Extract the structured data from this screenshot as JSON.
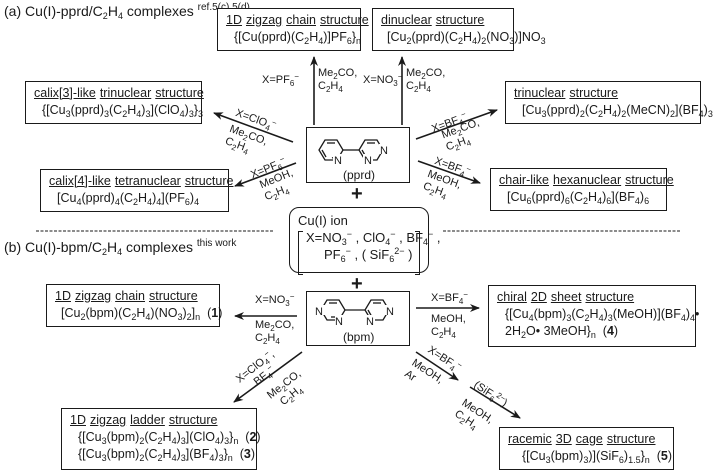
{
  "section_a": {
    "title": "(a) Cu(I)-pprd/C",
    "title_sub": "2",
    "title_rest": "H",
    "title_sub2": "4",
    "title_end": " complexes ",
    "ref": "ref.5(c),5(d)"
  },
  "section_b": {
    "title": "(b) Cu(I)-bpm/C",
    "title_sub": "2",
    "title_rest": "H",
    "title_sub2": "4",
    "title_end": " complexes ",
    "ref": "this work"
  },
  "pprd": {
    "label": "(pprd)",
    "atom_n": "N",
    "products": [
      {
        "id": "zigzag-chain",
        "title_words": [
          "1D",
          "zigzag",
          "chain",
          "structure"
        ],
        "formula": "{[Cu(pprd)(C2H4)]PF6}n",
        "condition_anion": "X=PF6⁻",
        "condition_solvent": "Me2CO, C2H4"
      },
      {
        "id": "dinuclear",
        "title_words": [
          "dinuclear",
          "structure"
        ],
        "formula": "[Cu2(pprd)(C2H4)2(NO3)]NO3",
        "condition_anion": "X=NO3⁻",
        "condition_solvent": "Me2CO, C2H4"
      },
      {
        "id": "calix3-trinuclear",
        "title_words": [
          "calix[3]-like",
          "trinuclear",
          "structure"
        ],
        "formula": "{[Cu3(pprd)3(C2H4)3](ClO4)3}3",
        "condition_anion": "X=ClO4⁻",
        "condition_solvent": "Me2CO, C2H4"
      },
      {
        "id": "trinuclear",
        "title_words": [
          "trinuclear",
          "structure"
        ],
        "formula": "[Cu3(pprd)2(C2H4)2(MeCN)2](BF4)3",
        "condition_anion": "X=BF4⁻",
        "condition_solvent": "Me2CO, C2H4"
      },
      {
        "id": "calix4-tetranuclear",
        "title_words": [
          "calix[4]-like",
          "tetranuclear",
          "structure"
        ],
        "formula": "[Cu4(pprd)4(C2H4)4](PF6)4",
        "condition_anion": "X=PF6⁻",
        "condition_solvent": "MeOH, C2H4"
      },
      {
        "id": "chair-hexanuclear",
        "title_words": [
          "chair-like",
          "hexanuclear",
          "structure"
        ],
        "formula": "[Cu6(pprd)6(C2H4)6](BF4)6",
        "condition_anion": "X=BF4⁻",
        "condition_solvent": "MeOH, C2H4"
      }
    ]
  },
  "cu_ion": {
    "title": "Cu(I) ion",
    "anions_line1": "X=NO3⁻ , ClO4⁻ , BF4⁻ ,",
    "anions_line2": "PF6⁻ , ( SiF6²⁻ )"
  },
  "plus_sign": "+",
  "bpm": {
    "label": "(bpm)",
    "atom_n": "N",
    "products": [
      {
        "id": "zigzag-chain-1",
        "title_words": [
          "1D",
          "zigzag",
          "chain",
          "structure"
        ],
        "formula": "[Cu2(bpm)(C2H4)(NO3)2]n",
        "compound_no": "(1)",
        "condition_anion": "X=NO3⁻",
        "condition_solvent": "Me2CO, C2H4"
      },
      {
        "id": "chiral-2d-sheet-4",
        "title_words": [
          "chiral",
          "2D",
          "sheet",
          "structure"
        ],
        "formula": "{[Cu4(bpm)3(C2H4)3(MeOH)](BF4)4• 2H2O• 3MeOH}n",
        "compound_no": "(4)",
        "condition_anion": "X=BF4⁻",
        "condition_solvent": "MeOH, C2H4"
      },
      {
        "id": "zigzag-ladder-2-3",
        "title_words": [
          "1D",
          "zigzag",
          "ladder",
          "structure"
        ],
        "formulas": [
          "{[Cu3(bpm)2(C2H4)3](ClO4)3}n",
          "{[Cu3(bpm)2(C2H4)3](BF4)3}n"
        ],
        "compound_nos": [
          "(2)",
          "(3)"
        ],
        "condition_anion": "X=ClO4⁻, BF4⁻",
        "condition_solvent": "Me2CO, C2H4"
      },
      {
        "id": "racemic-3d-cage-5",
        "title_words": [
          "racemic",
          "3D",
          "cage",
          "structure"
        ],
        "formula": "{[Cu3(bpm)3](SiF6)1.5}n",
        "compound_no": "(5)",
        "condition_step1_anion": "X=BF4⁻",
        "condition_step1_solvent": "MeOH, Ar",
        "condition_step2_anion": "(SiF6²⁻)",
        "condition_step2_solvent": "MeOH, C2H4"
      }
    ]
  },
  "text": {
    "u1D": "1D",
    "zigzag": "zigzag",
    "chain": "chain",
    "structure": "structure",
    "dinuclear": "dinuclear",
    "calix3": "calix[3]-like",
    "trinuclear": "trinuclear",
    "calix4": "calix[4]-like",
    "tetranuclear": "tetranuclear",
    "chairlike": "chair-like",
    "hexanuclear": "hexanuclear",
    "chiral": "chiral",
    "u2D": "2D",
    "sheet": "sheet",
    "ladder": "ladder",
    "racemic": "racemic",
    "u3D": "3D",
    "cage": "cage",
    "n1": "(1)",
    "n2": "2",
    "n3": "3",
    "n4": "4",
    "n5": "5",
    "Me2CO": "Me",
    "MeOH": "MeOH,",
    "Ar": "Ar",
    "X": "X="
  }
}
